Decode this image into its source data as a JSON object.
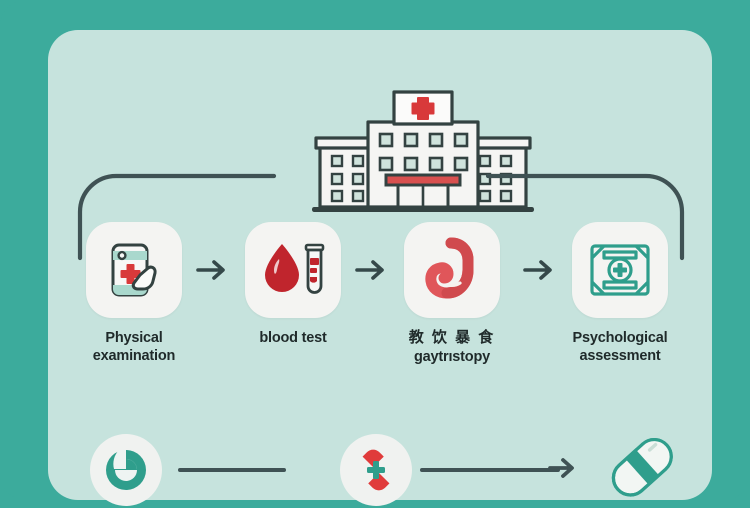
{
  "page": {
    "title": "Medical examination process infographic",
    "frame_color": "#3cab9c",
    "card_color": "#c6e3dd",
    "tile_color": "#f4f4f2",
    "text_color": "#1f2a2a",
    "arrow_color": "#35494a",
    "accent_red": "#d8393a",
    "accent_teal": "#2f9e8c"
  },
  "hospital": {
    "name": "hospital-building",
    "cross_color": "#d8393a",
    "wall_color": "#f5f5f3",
    "outline_color": "#334241",
    "awning_color": "#d8504f"
  },
  "connectors": [
    {
      "name": "connector-left",
      "shape": "elbow-down-left"
    },
    {
      "name": "connector-right",
      "shape": "elbow-down-right"
    }
  ],
  "steps": [
    {
      "id": "physical-examination",
      "icon": "mobile-health-checkup-icon",
      "label_lines": [
        "Physical",
        "examination"
      ],
      "label": "Physical examination"
    },
    {
      "id": "blood-test",
      "icon": "blood-drop-test-tube-icon",
      "label_lines": [
        "blood test"
      ],
      "label": "blood test"
    },
    {
      "id": "gastroscopy",
      "icon": "stomach-icon",
      "label_cjk": "教 饮 暴 食",
      "label_lines": [
        "gaytrıstopy"
      ],
      "label": "gaytrıstopy"
    },
    {
      "id": "psychological-assessment",
      "icon": "medical-card-cross-icon",
      "label_lines": [
        "Psychological",
        "assessment"
      ],
      "label": "Psychological assessment"
    }
  ],
  "arrows": [
    {
      "name": "arrow-step-1-to-2",
      "glyph": "→"
    },
    {
      "name": "arrow-step-2-to-3",
      "glyph": "→"
    },
    {
      "name": "arrow-step-3-to-4",
      "glyph": "→"
    }
  ],
  "bottom_row": [
    {
      "id": "capsule-badge",
      "icon": "teal-capsule-circle-icon"
    },
    {
      "id": "pills-badge",
      "icon": "red-pills-cross-icon"
    },
    {
      "id": "capsule-outline",
      "icon": "tilted-capsule-icon"
    }
  ],
  "bottom_connectors": [
    {
      "name": "bottom-rule-left",
      "type": "line"
    },
    {
      "name": "bottom-rule-right",
      "type": "arrow"
    }
  ]
}
